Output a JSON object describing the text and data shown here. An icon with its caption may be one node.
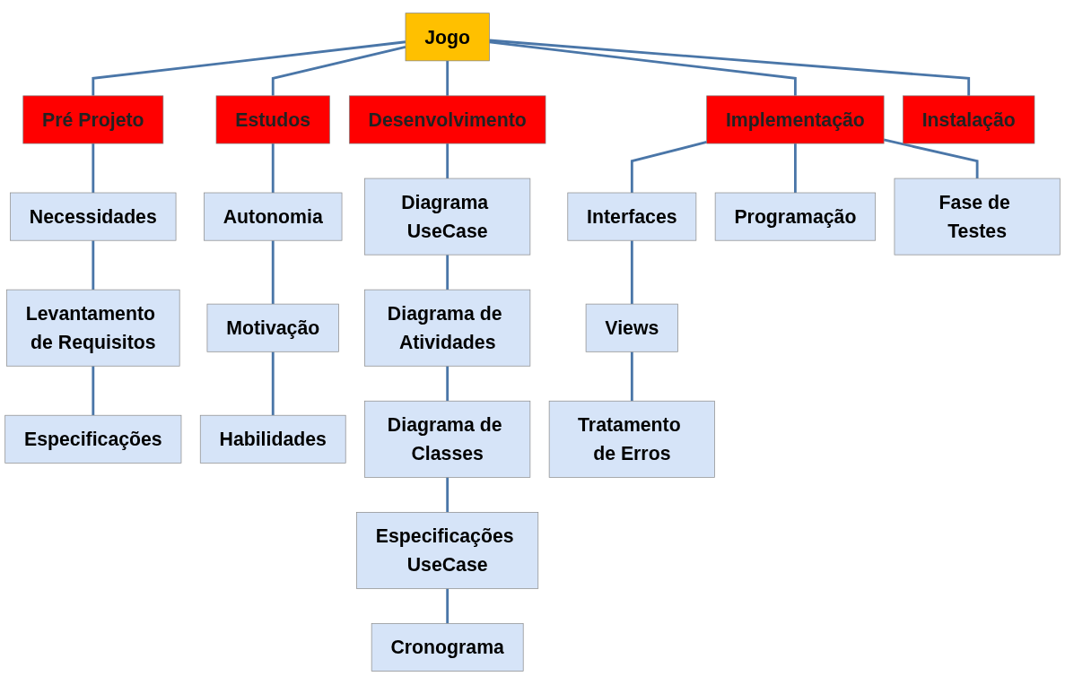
{
  "diagram": {
    "nodes": [
      {
        "text": [
          "Jogo"
        ]
      },
      {
        "text": [
          "Pré Projeto"
        ]
      },
      {
        "text": [
          "Estudos"
        ]
      },
      {
        "text": [
          "Desenvolvimento"
        ]
      },
      {
        "text": [
          "Implementação"
        ]
      },
      {
        "text": [
          "Instalação"
        ]
      },
      {
        "text": [
          "Necessidades"
        ]
      },
      {
        "text": [
          "Levantamento de Requisitos"
        ]
      },
      {
        "text": [
          "Especificações"
        ]
      },
      {
        "text": [
          "Autonomia"
        ]
      },
      {
        "text": [
          "Motivação"
        ]
      },
      {
        "text": [
          "Habilidades"
        ]
      },
      {
        "text": [
          "Diagrama UseCase"
        ]
      },
      {
        "text": [
          "Diagrama de Atividades"
        ]
      },
      {
        "text": [
          "Diagrama de Classes"
        ]
      },
      {
        "text": [
          "Especificações UseCase"
        ]
      },
      {
        "text": [
          "Cronograma"
        ]
      },
      {
        "text": [
          "Interfaces"
        ]
      },
      {
        "text": [
          "Programação"
        ]
      },
      {
        "text": [
          "Fase de Testes"
        ]
      },
      {
        "text": [
          "Views"
        ]
      },
      {
        "text": [
          "Tratamento de Erros"
        ]
      }
    ],
    "edges": [
      {
        "from": 0,
        "to": 1,
        "arrow": "none"
      },
      {
        "from": 0,
        "to": 2,
        "arrow": "none"
      },
      {
        "from": 0,
        "to": 3,
        "arrow": "none"
      },
      {
        "from": 0,
        "to": 4,
        "arrow": "none"
      },
      {
        "from": 0,
        "to": 5,
        "arrow": "none"
      },
      {
        "from": 1,
        "to": 6,
        "arrow": "none"
      },
      {
        "from": 6,
        "to": 7,
        "arrow": "none"
      },
      {
        "from": 7,
        "to": 8,
        "arrow": "none"
      },
      {
        "from": 2,
        "to": 9,
        "arrow": "none"
      },
      {
        "from": 9,
        "to": 10,
        "arrow": "none"
      },
      {
        "from": 10,
        "to": 11,
        "arrow": "none"
      },
      {
        "from": 3,
        "to": 12,
        "arrow": "none"
      },
      {
        "from": 12,
        "to": 13,
        "arrow": "none"
      },
      {
        "from": 13,
        "to": 14,
        "arrow": "none"
      },
      {
        "from": 14,
        "to": 15,
        "arrow": "none"
      },
      {
        "from": 15,
        "to": 16,
        "arrow": "none"
      },
      {
        "from": 4,
        "to": 17,
        "arrow": "none"
      },
      {
        "from": 4,
        "to": 18,
        "arrow": "none"
      },
      {
        "from": 4,
        "to": 19,
        "arrow": "none"
      },
      {
        "from": 17,
        "to": 20,
        "arrow": "none"
      },
      {
        "from": 20,
        "to": 21,
        "arrow": "none"
      }
    ]
  }
}
